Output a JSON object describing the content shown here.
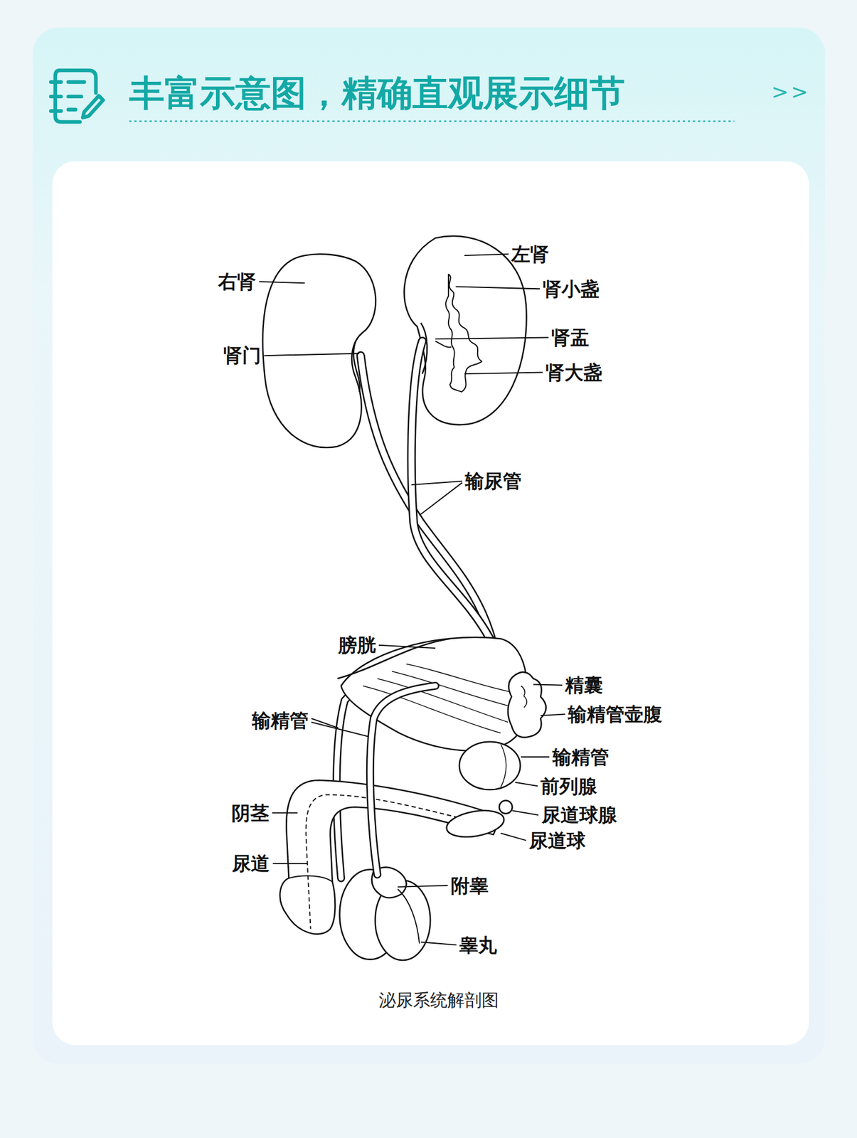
{
  "diagram": {
    "title": "丰富示意图，精确直观展示细节",
    "caption": "泌尿系统解剖图",
    "labels": [
      ">>",
      "左肾",
      "右肾",
      "肾小盏",
      "肾盂",
      "肾门",
      "肾大盏",
      "输尿管",
      "膀胱",
      "精囊",
      "输精管",
      "输精管壶腹",
      "输精管",
      "前列腺",
      "尿道球腺",
      "阴茎",
      "尿道球",
      "尿道",
      "附睾",
      "睾丸"
    ]
  }
}
